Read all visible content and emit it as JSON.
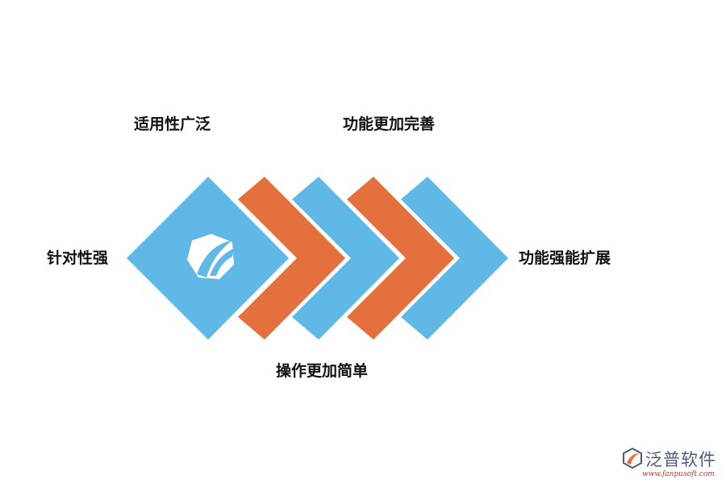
{
  "labels": {
    "top_left": "适用性广泛",
    "top_right": "功能更加完善",
    "left": "针对性强",
    "right": "功能强能扩展",
    "bottom": "操作更加简单"
  },
  "colors": {
    "blue": "#5fb8e6",
    "orange": "#e4703d"
  },
  "icons": {
    "center": "leaf-logo-icon",
    "watermark": "fanpu-logo-icon"
  },
  "watermark": {
    "brand": "泛普软件",
    "url": "www.fanpusoft.com"
  }
}
